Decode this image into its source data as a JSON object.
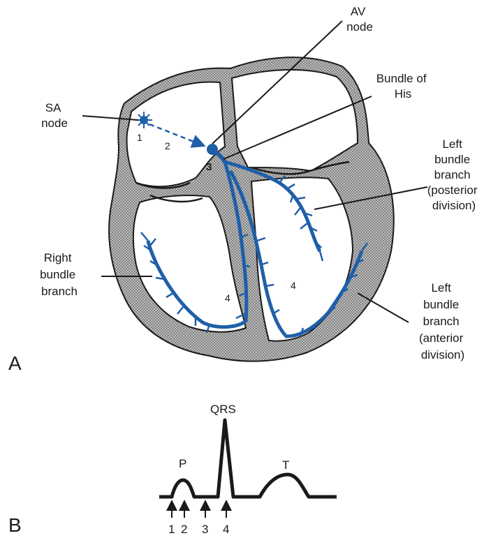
{
  "panels": {
    "a": "A",
    "b": "B"
  },
  "labels": {
    "av_node": [
      "AV",
      "node"
    ],
    "bundle_of_his": [
      "Bundle of",
      "His"
    ],
    "sa_node": [
      "SA",
      "node"
    ],
    "left_bundle_posterior": [
      "Left",
      "bundle",
      "branch",
      "(posterior",
      "division)"
    ],
    "right_bundle": [
      "Right",
      "bundle",
      "branch"
    ],
    "left_bundle_anterior": [
      "Left",
      "bundle",
      "branch",
      "(anterior",
      "division)"
    ]
  },
  "heart_numbers": {
    "n1": "1",
    "n2": "2",
    "n3": "3",
    "n4_left": "4",
    "n4_right": "4"
  },
  "ecg": {
    "p": "P",
    "qrs": "QRS",
    "t": "T",
    "markers": [
      "1",
      "2",
      "3",
      "4"
    ]
  },
  "colors": {
    "conduction": "#1f5fa8",
    "wall": "#8a8a8a",
    "outline": "#1a1a1a"
  }
}
